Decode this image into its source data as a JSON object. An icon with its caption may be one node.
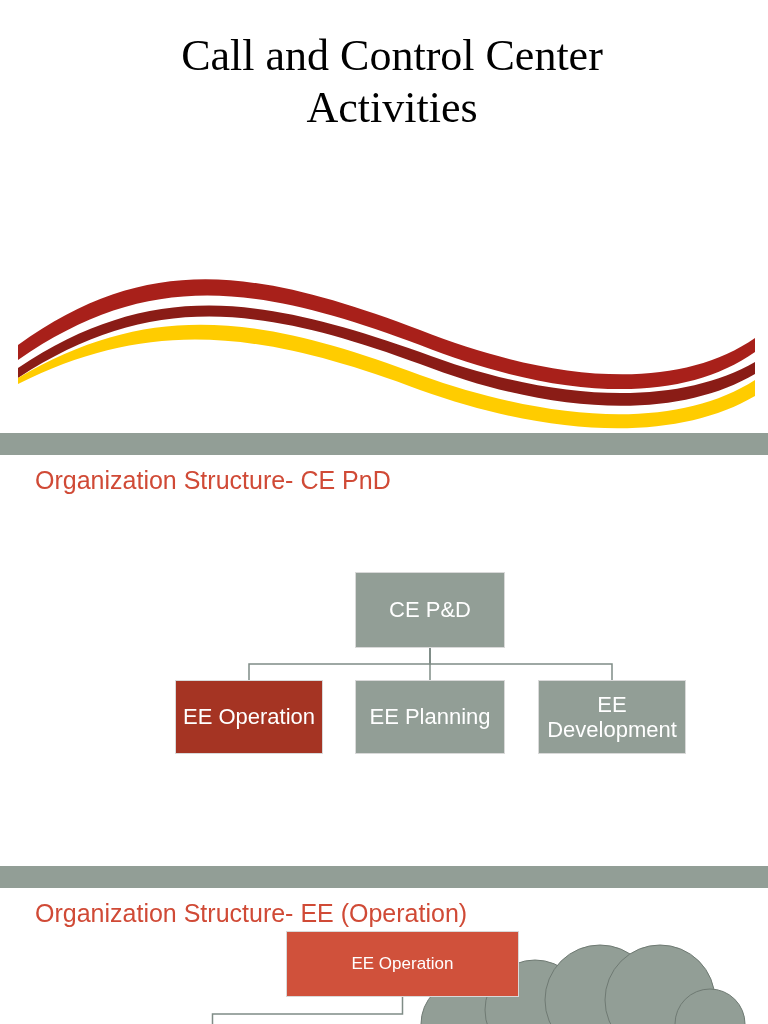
{
  "diagram": {
    "title": "Call and Control Center Activities",
    "nodes": [
      {
        "text": [
          "CE P&D"
        ]
      },
      {
        "text": [
          "EE Operation"
        ]
      },
      {
        "text": [
          "EE Planning"
        ]
      },
      {
        "text": [
          "EE Development"
        ]
      },
      {
        "text": [
          "EE Operation"
        ]
      }
    ],
    "edges": [
      {
        "from": 0,
        "to": 1,
        "arrow": "none"
      },
      {
        "from": 0,
        "to": 2,
        "arrow": "none"
      },
      {
        "from": 0,
        "to": 3,
        "arrow": "none"
      },
      {
        "from": 4,
        "to": null,
        "arrow": "none"
      }
    ],
    "labels": [
      "Organization Structure- CE PnD",
      "Organization Structure- EE (Operation)"
    ]
  }
}
